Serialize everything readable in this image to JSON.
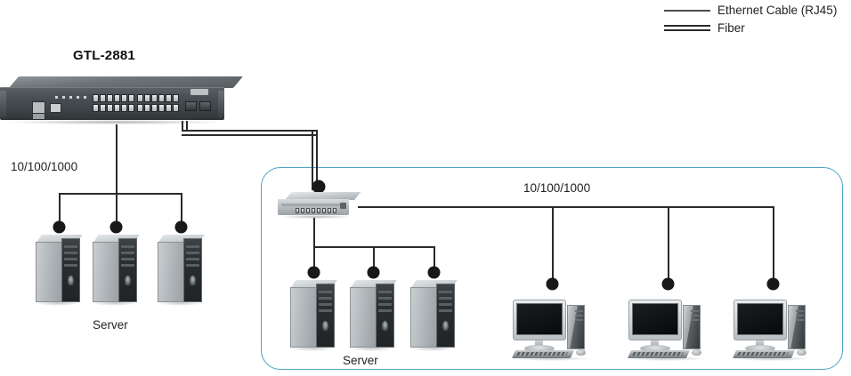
{
  "legend": {
    "items": [
      {
        "label": "Ethernet Cable (RJ45)",
        "style": "single-line",
        "icon": "ethernet-line-icon"
      },
      {
        "label": "Fiber",
        "style": "double-line",
        "icon": "fiber-line-icon"
      }
    ]
  },
  "colors": {
    "zone_border": "#4aa4c4",
    "line": "#2a2a2a",
    "node_dot": "#17181a",
    "text": "#231f20",
    "rack_switch_body": "#4a5053",
    "desktop_switch_body": "#bcc1c4"
  },
  "diagram": {
    "core": {
      "title": "GTL-2881",
      "device_name": "rack-switch",
      "port_count": 24,
      "sfp_count": 2
    },
    "left_branch": {
      "speed_label": "10/100/1000",
      "group_label": "Server",
      "device_count": 3,
      "device_type": "server-tower"
    },
    "zone": {
      "edge_switch": {
        "device_name": "desktop-switch",
        "port_count": 8
      },
      "server_branch": {
        "group_label": "Server",
        "device_count": 3,
        "device_type": "server-tower"
      },
      "pc_branch": {
        "speed_label": "10/100/1000",
        "device_count": 3,
        "device_type": "desktop-pc"
      }
    },
    "uplink": {
      "type": "Fiber",
      "from": "GTL-2881",
      "to": "desktop-switch"
    }
  }
}
